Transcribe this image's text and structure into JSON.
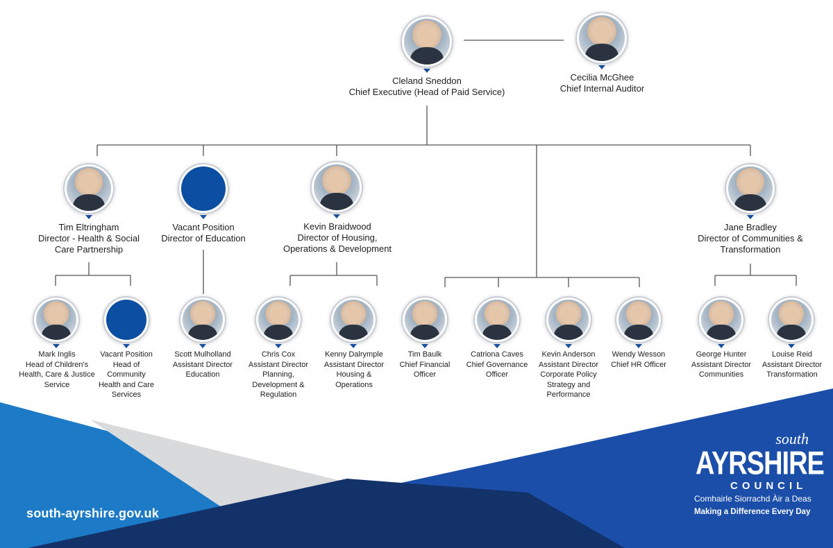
{
  "people": [
    {
      "id": "cleland-sneddon",
      "name": "Cleland Sneddon",
      "title": "Chief Executive (Head of Paid Service)",
      "vacant": false
    },
    {
      "id": "cecilia-mcghee",
      "name": "Cecilia McGhee",
      "title": "Chief Internal Auditor",
      "vacant": false
    },
    {
      "id": "tim-eltringham",
      "name": "Tim Eltringham",
      "title": "Director - Health & Social Care Partnership",
      "vacant": false
    },
    {
      "id": "vacant-education",
      "name": "Vacant Position",
      "title": "Director of Education",
      "vacant": true
    },
    {
      "id": "kevin-braidwood",
      "name": "Kevin Braidwood",
      "title": "Director of Housing, Operations & Development",
      "vacant": false
    },
    {
      "id": "jane-bradley",
      "name": "Jane Bradley",
      "title": "Director of Communities & Transformation",
      "vacant": false
    },
    {
      "id": "mark-inglis",
      "name": "Mark Inglis",
      "title": "Head of Children's Health, Care & Justice Service",
      "vacant": false
    },
    {
      "id": "vacant-community",
      "name": "Vacant Position",
      "title": "Head of Community Health and Care Services",
      "vacant": true
    },
    {
      "id": "scott-mulholland",
      "name": "Scott Mulholland",
      "title": "Assistant Director Education",
      "vacant": false
    },
    {
      "id": "chris-cox",
      "name": "Chris Cox",
      "title": "Assistant Director Planning, Development & Regulation",
      "vacant": false
    },
    {
      "id": "kenny-dalrymple",
      "name": "Kenny Dalrymple",
      "title": "Assistant Director Housing & Operations",
      "vacant": false
    },
    {
      "id": "tim-baulk",
      "name": "Tim Baulk",
      "title": "Chief Financial Officer",
      "vacant": false
    },
    {
      "id": "catriona-caves",
      "name": "Catriona Caves",
      "title": "Chief Governance Officer",
      "vacant": false
    },
    {
      "id": "kevin-anderson",
      "name": "Kevin Anderson",
      "title": "Assistant Director Corporate Policy Strategy and Performance",
      "vacant": false
    },
    {
      "id": "wendy-wesson",
      "name": "Wendy Wesson",
      "title": "Chief HR Officer",
      "vacant": false
    },
    {
      "id": "george-hunter",
      "name": "George Hunter",
      "title": "Assistant Director Communities",
      "vacant": false
    },
    {
      "id": "louise-reid",
      "name": "Louise Reid",
      "title": "Assistant Director Transformation",
      "vacant": false
    }
  ],
  "reporting": [
    {
      "manager": "cleland-sneddon",
      "reports": [
        "tim-eltringham",
        "vacant-education",
        "kevin-braidwood",
        "tim-baulk",
        "catriona-caves",
        "kevin-anderson",
        "wendy-wesson",
        "jane-bradley"
      ]
    },
    {
      "manager": "tim-eltringham",
      "reports": [
        "mark-inglis",
        "vacant-community"
      ]
    },
    {
      "manager": "vacant-education",
      "reports": [
        "scott-mulholland"
      ]
    },
    {
      "manager": "kevin-braidwood",
      "reports": [
        "chris-cox",
        "kenny-dalrymple"
      ]
    },
    {
      "manager": "jane-bradley",
      "reports": [
        "george-hunter",
        "louise-reid"
      ]
    }
  ],
  "peers": [
    [
      "cleland-sneddon",
      "cecilia-mcghee"
    ]
  ],
  "colors": {
    "vacant": "#0b4ea2",
    "pointer": "#1a4fa0",
    "line": "#555555",
    "footer_light_blue": "#1d7ac7",
    "footer_grey": "#d9dadc",
    "footer_dark_navy": "#14326a",
    "footer_royal_blue": "#1a4ea8"
  },
  "footer": {
    "url": "south-ayrshire.gov.uk",
    "logo_south": "south",
    "logo_ayrshire": "AYRSHIRE",
    "logo_council": "COUNCIL",
    "logo_gaelic": "Comhairle Siorrachd Àir a Deas",
    "tagline": "Making a Difference Every Day"
  }
}
